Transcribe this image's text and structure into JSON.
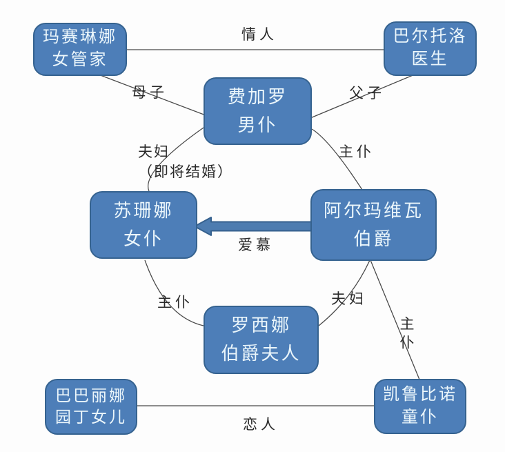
{
  "colors": {
    "background": "#fdfdfd",
    "node_fill": "#4d7eb8",
    "node_border": "#35628f",
    "node_text": "#ebf6fb",
    "line_color": "#4a4a4a",
    "label_color": "#2a2a2a",
    "arrow_fill": "#4d7cb0",
    "arrow_border": "#36618e"
  },
  "nodes": [
    {
      "name": "玛赛琳娜",
      "role": "女管家"
    },
    {
      "name": "巴尔托洛",
      "role": "医生"
    },
    {
      "name": "费加罗",
      "role": "男仆"
    },
    {
      "name": "苏珊娜",
      "role": "女仆"
    },
    {
      "name": "阿尔玛维瓦",
      "role": "伯爵"
    },
    {
      "name": "罗西娜",
      "role": "伯爵夫人"
    },
    {
      "name": "巴巴丽娜",
      "role": "园丁女儿"
    },
    {
      "name": "凯鲁比诺",
      "role": "童仆"
    }
  ],
  "edges": {
    "lovers_top": "情人",
    "mother_son": "母子",
    "father_son": "父子",
    "couple_engaged_line1": "夫妇",
    "couple_engaged_line2": "（即将结婚）",
    "master_servant_figaro_count": "主仆",
    "admiration": "爱慕",
    "master_servant_susanna_rosina": "主仆",
    "couple_count_rosina": "夫妇",
    "master_servant_count_cherubino": "主仆",
    "lovers_bottom": "恋人"
  }
}
